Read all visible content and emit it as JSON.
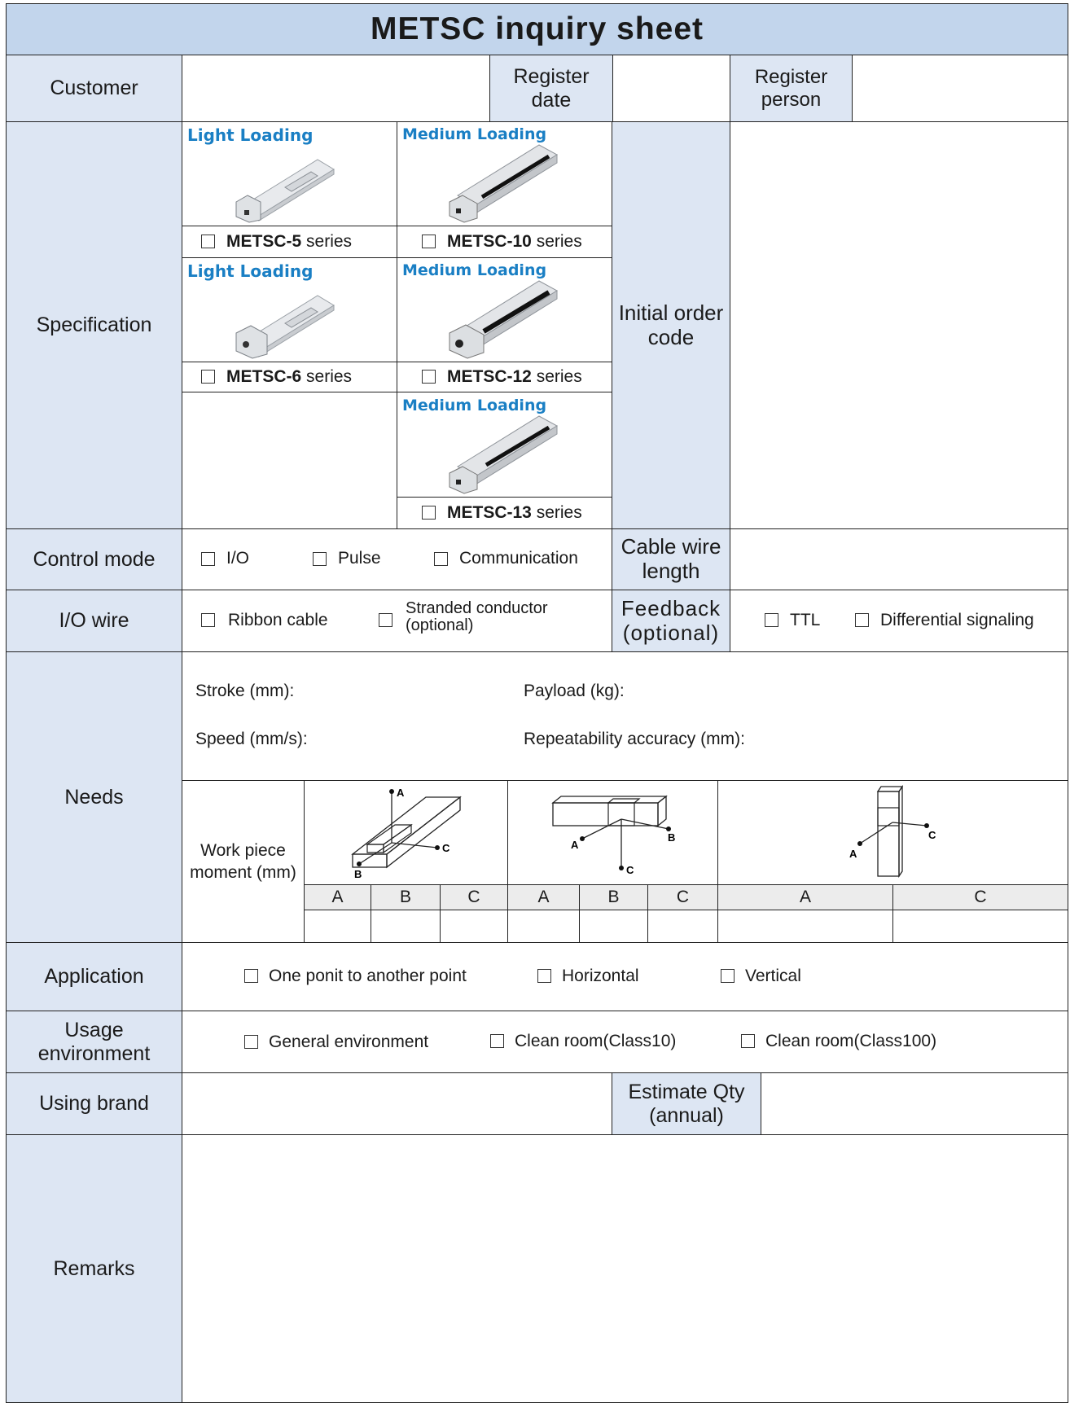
{
  "title": "METSC inquiry sheet",
  "labels": {
    "customer": "Customer",
    "register_date": "Register date",
    "register_person": "Register person",
    "specification": "Specification",
    "initial_order_code": "Initial order code",
    "control_mode": "Control mode",
    "cable_wire_length": "Cable wire length",
    "io_wire": "I/O wire",
    "feedback": "Feedback (optional)",
    "needs": "Needs",
    "work_piece_moment": "Work piece moment (mm)",
    "application": "Application",
    "usage_environment": "Usage environment",
    "using_brand": "Using brand",
    "estimate_qty": "Estimate Qty (annual)",
    "remarks": "Remarks"
  },
  "spec": {
    "light_loading": "Light Loading",
    "medium_loading": "Medium Loading",
    "series_word": "series",
    "series": [
      "METSC-5",
      "METSC-10",
      "METSC-6",
      "METSC-12",
      "METSC-13"
    ]
  },
  "control_mode_options": [
    "I/O",
    "Pulse",
    "Communication"
  ],
  "io_wire_options": [
    "Ribbon cable",
    "Stranded conductor (optional)"
  ],
  "feedback_options": [
    "TTL",
    "Differential signaling"
  ],
  "needs_fields": {
    "stroke": "Stroke (mm):",
    "payload": "Payload (kg):",
    "speed": "Speed (mm/s):",
    "repeatability": "Repeatability accuracy (mm):"
  },
  "moment_headers": {
    "group1": [
      "A",
      "B",
      "C"
    ],
    "group2": [
      "A",
      "B",
      "C"
    ],
    "group3": [
      "A",
      "C"
    ]
  },
  "diagram_labels": {
    "a": "A",
    "b": "B",
    "c": "C"
  },
  "application_options": [
    "One ponit to another point",
    "Horizontal",
    "Vertical"
  ],
  "usage_options": [
    "General environment",
    "Clean room(Class10)",
    "Clean room(Class100)"
  ]
}
